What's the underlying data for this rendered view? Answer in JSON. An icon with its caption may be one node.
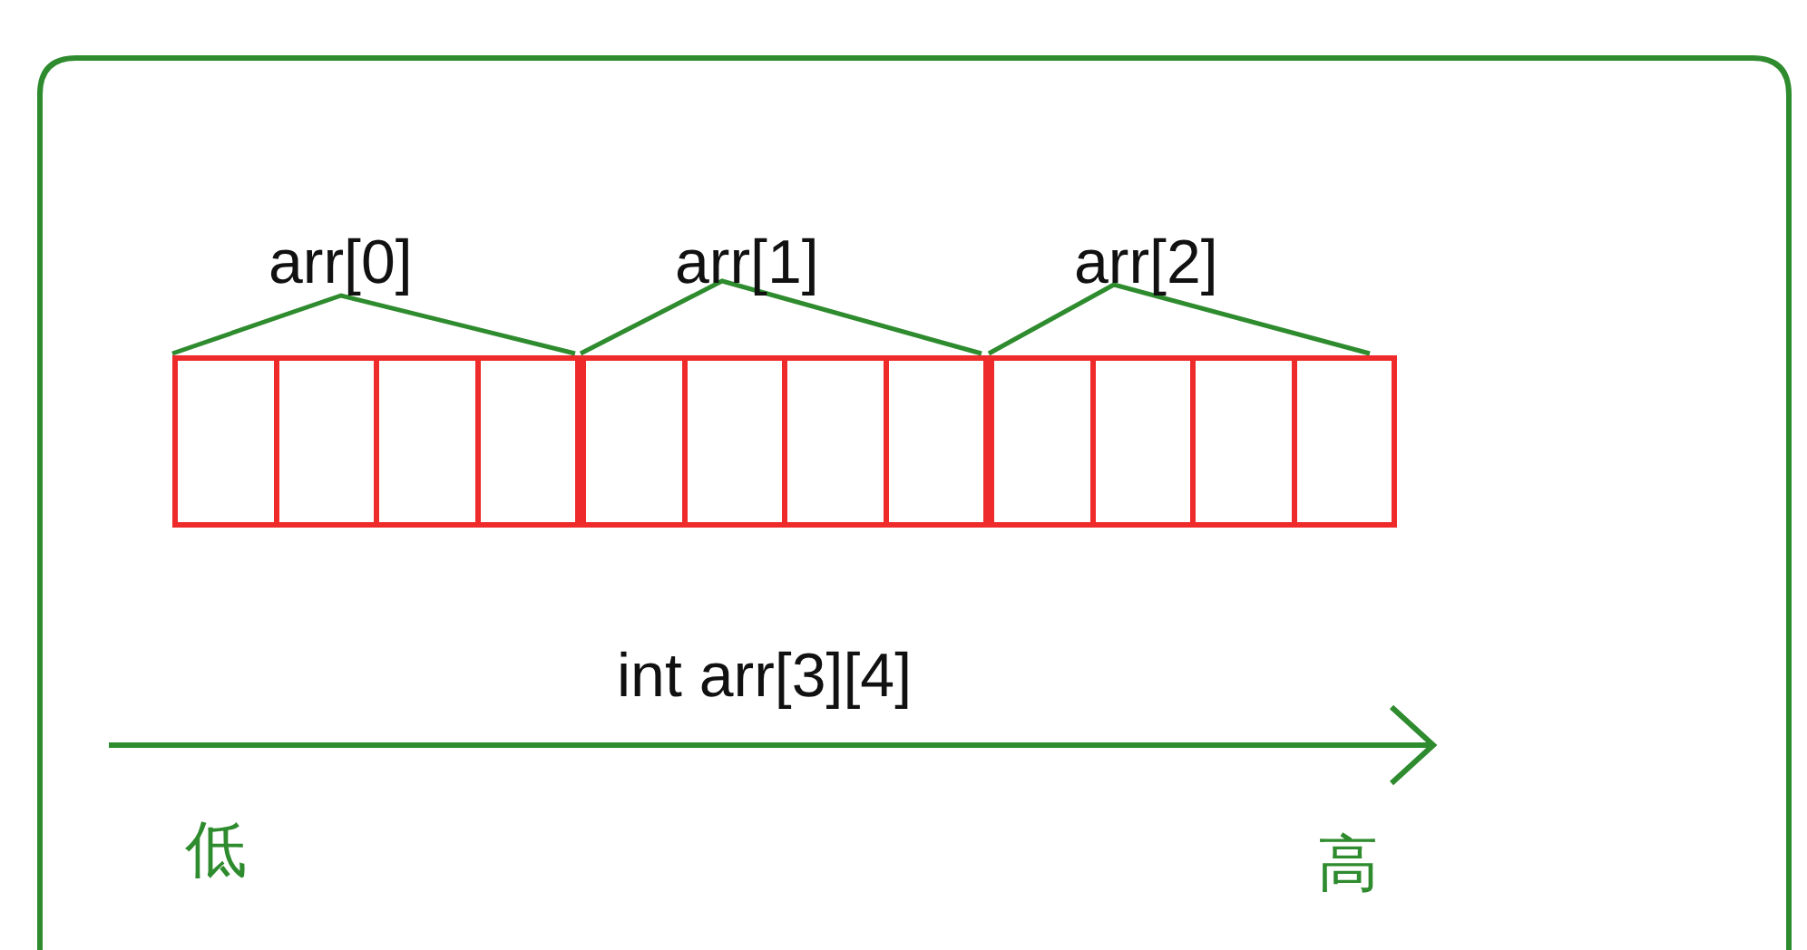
{
  "diagram": {
    "nodes": [
      {
        "text": [],
        "shape": "box"
      },
      {
        "text": [],
        "shape": "box"
      },
      {
        "text": [],
        "shape": "box"
      },
      {
        "text": [],
        "shape": "box"
      },
      {
        "text": [],
        "shape": "box"
      },
      {
        "text": [],
        "shape": "box"
      },
      {
        "text": [],
        "shape": "box"
      },
      {
        "text": [],
        "shape": "box"
      },
      {
        "text": [],
        "shape": "box"
      },
      {
        "text": [],
        "shape": "box"
      },
      {
        "text": [],
        "shape": "box"
      },
      {
        "text": [],
        "shape": "box"
      }
    ],
    "labels": [
      "arr[0]",
      "arr[1]",
      "arr[2]",
      "int arr[3][4]",
      "低",
      "高"
    ]
  }
}
